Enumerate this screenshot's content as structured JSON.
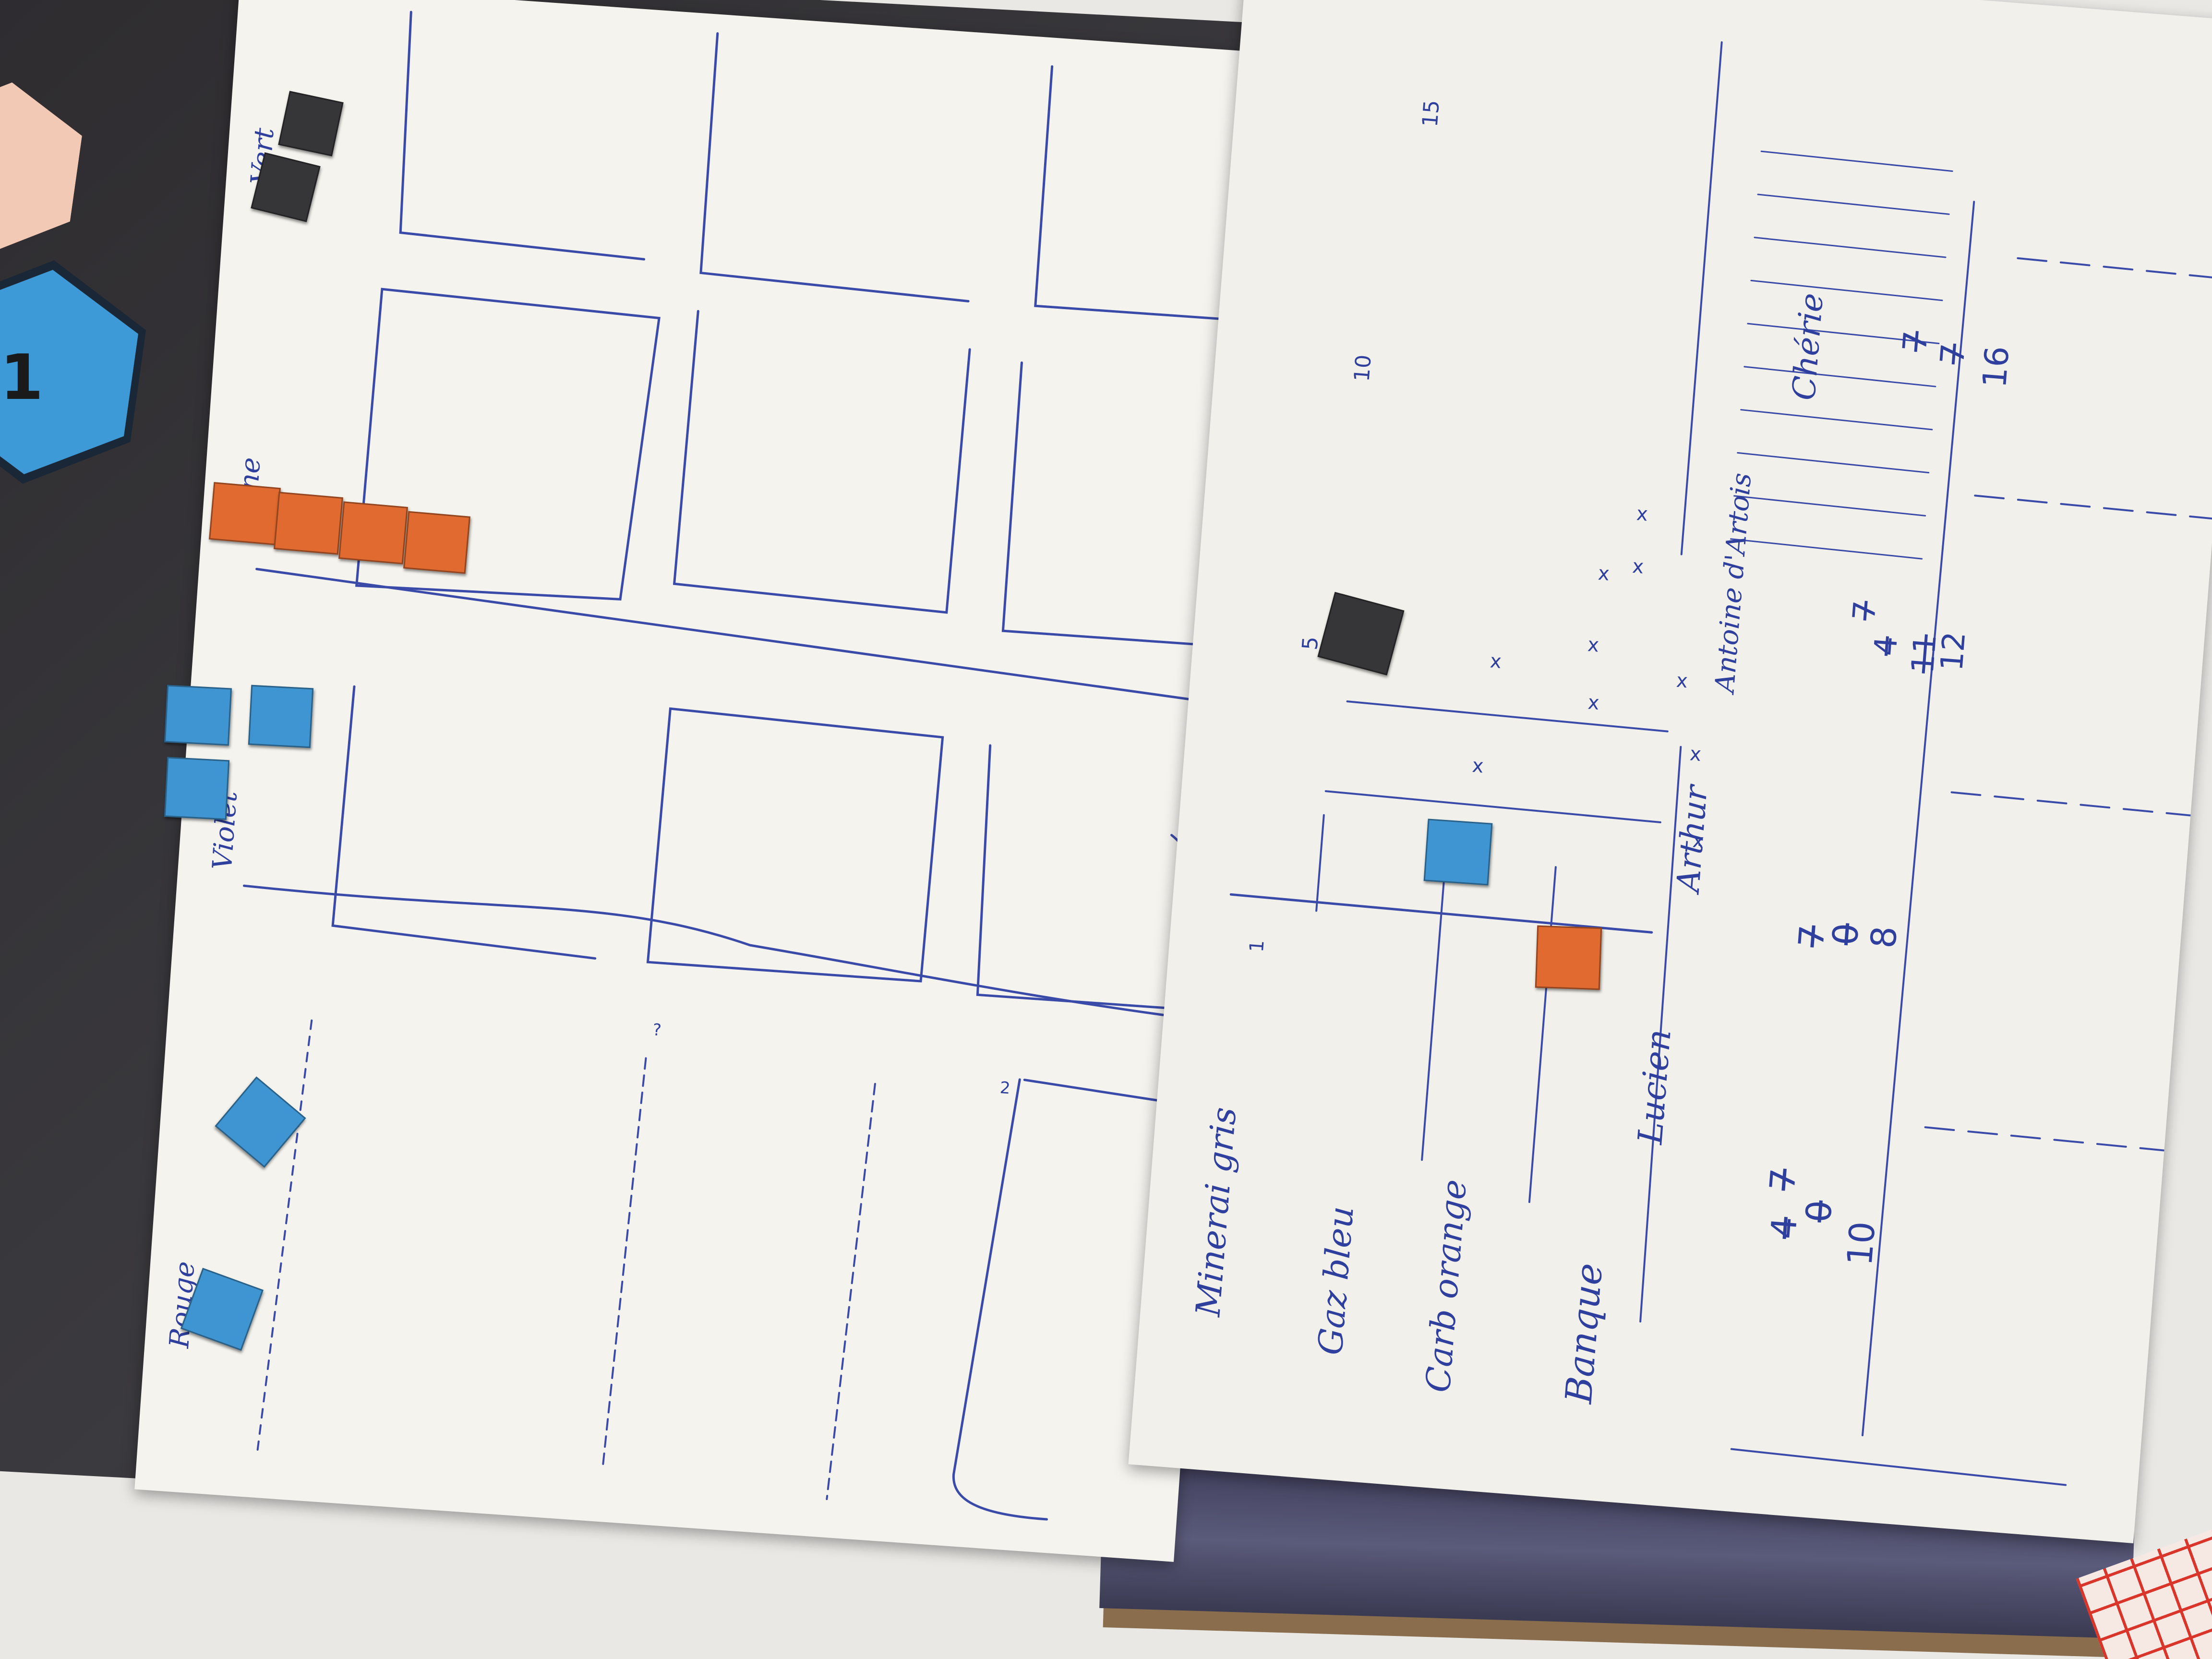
{
  "board": {
    "hex_number": "1",
    "colors": {
      "black": "#363538",
      "orange": "#e06a2f",
      "blue": "#3f95d2",
      "ink": "#2e3f9e"
    }
  },
  "map_sheet": {
    "labels": {
      "vert": "Vert",
      "jaune": "Jaune",
      "violet": "Violet",
      "rouge": "Rouge"
    },
    "small_marks": [
      "?",
      "2"
    ]
  },
  "score_sheet": {
    "track_labels": [
      "1",
      "5",
      "10",
      "15"
    ],
    "resources": {
      "gris": "Minerai gris",
      "bleu": "Gaz bleu",
      "orange": "Carb orange"
    },
    "columns": {
      "banque": "Banque",
      "lucien": "Lucien",
      "arthur": "Arthur",
      "antoine": "Antoine d'Artois",
      "cheris": "Chérie"
    },
    "values": {
      "lucien": [
        "7",
        "4",
        "0",
        "10"
      ],
      "arthur": [
        "7",
        "0",
        "8"
      ],
      "antoine": [
        "7",
        "4",
        "11",
        "12"
      ],
      "cheris": [
        "7",
        "7",
        "16"
      ]
    },
    "marks": [
      "x",
      "x",
      "x",
      "x",
      "x",
      "x",
      "x",
      "x",
      "x",
      "x"
    ]
  }
}
